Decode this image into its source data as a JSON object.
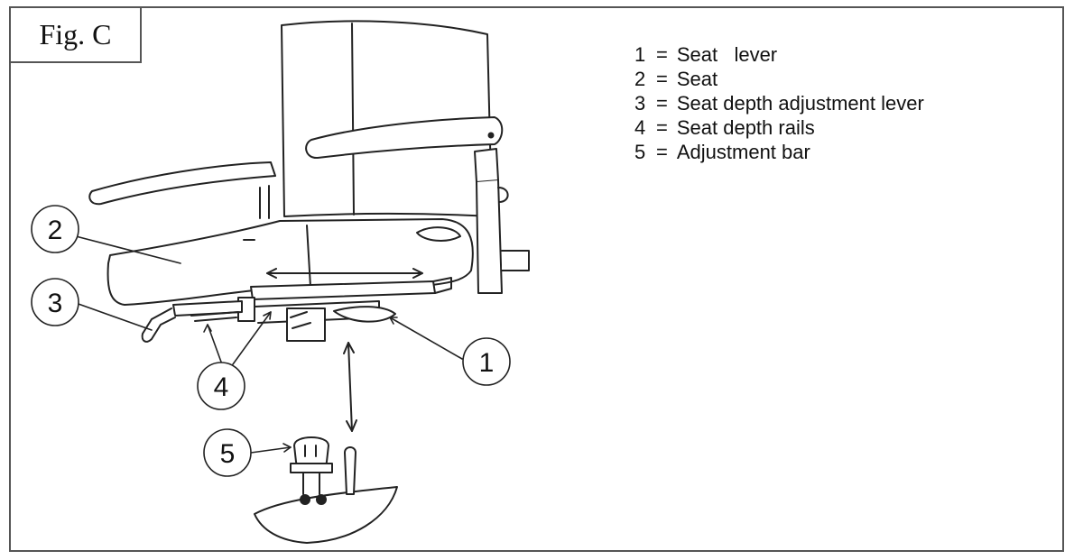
{
  "figure": {
    "label": "Fig. C"
  },
  "legend": [
    {
      "number": "1",
      "eq": "=",
      "text": "Seat   lever"
    },
    {
      "number": "2",
      "eq": "=",
      "text": "Seat"
    },
    {
      "number": "3",
      "eq": "=",
      "text": "Seat depth adjustment lever"
    },
    {
      "number": "4",
      "eq": "=",
      "text": "Seat depth rails"
    },
    {
      "number": "5",
      "eq": "=",
      "text": "Adjustment bar"
    }
  ],
  "callouts": {
    "c1": "1",
    "c2": "2",
    "c3": "3",
    "c4": "4",
    "c5": "5"
  }
}
